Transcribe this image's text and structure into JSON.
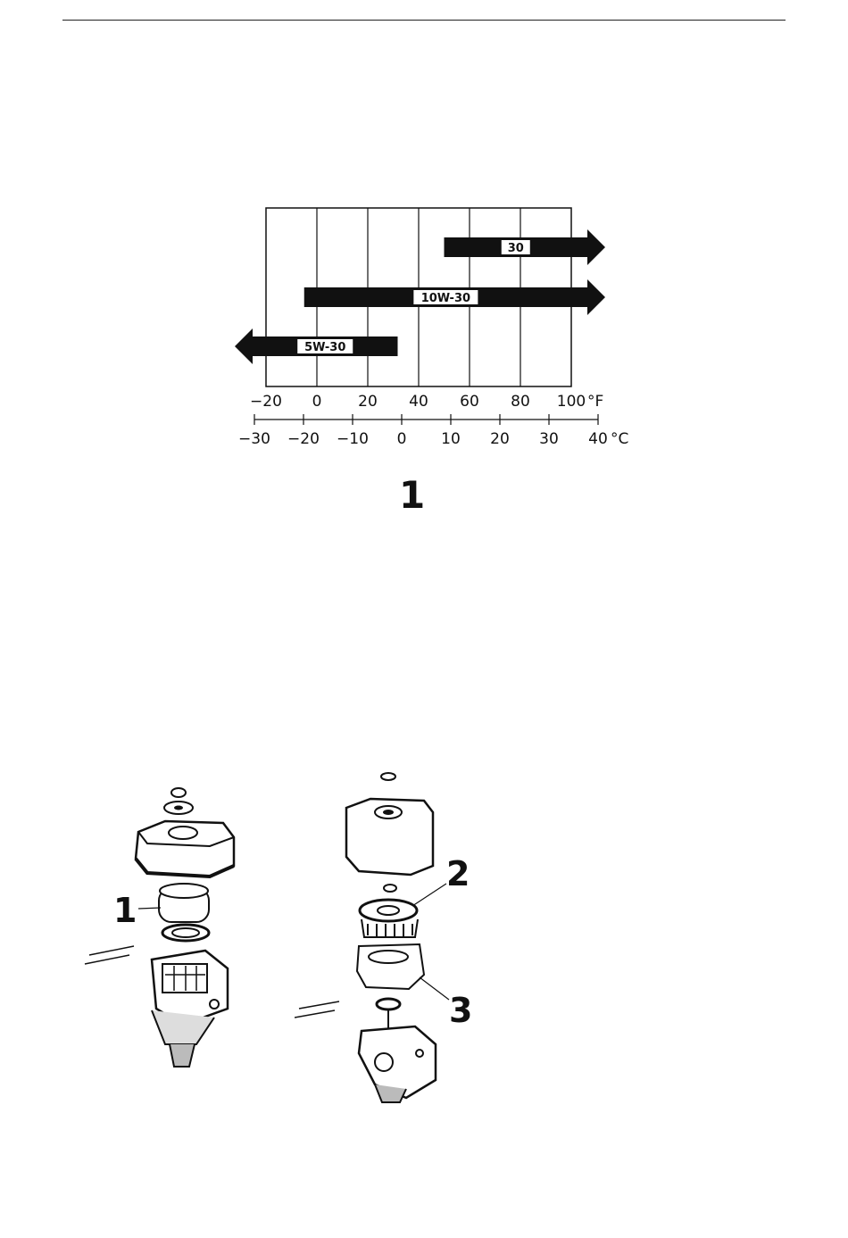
{
  "figure1": {
    "label": "1",
    "chart_data": {
      "type": "bar",
      "title": "",
      "orientation": "horizontal-range",
      "fahrenheit_ticks": [
        "−20",
        "0",
        "20",
        "40",
        "60",
        "80",
        "100"
      ],
      "fahrenheit_unit": "°F",
      "celsius_ticks": [
        "−30",
        "−20",
        "−10",
        "0",
        "10",
        "20",
        "30",
        "40"
      ],
      "celsius_unit": "°C",
      "xlim_f": [
        -20,
        100
      ],
      "series": [
        {
          "name": "30",
          "from_f": 50,
          "to_f": 100,
          "extends": "right"
        },
        {
          "name": "10W-30",
          "from_f": -5,
          "to_f": 100,
          "extends": "right"
        },
        {
          "name": "5W-30",
          "from_f": -20,
          "to_f": 30,
          "extends": "left"
        }
      ]
    }
  },
  "figure2": {
    "callouts": [
      "1",
      "2",
      "3"
    ]
  }
}
